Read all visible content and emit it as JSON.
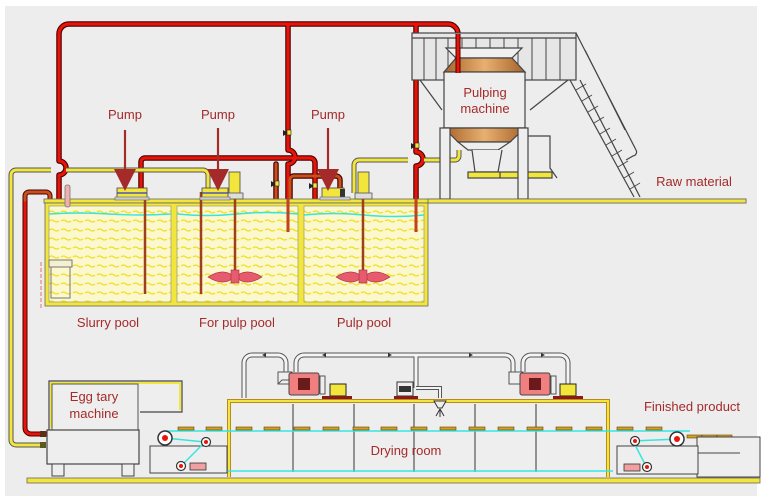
{
  "diagram": {
    "title": "Egg tray production line process flow",
    "labels": {
      "pump_1": "Pump",
      "pump_2": "Pump",
      "pump_3": "Pump",
      "pulping_machine_line1": "Pulping",
      "pulping_machine_line2": "machine",
      "raw_material": "Raw material",
      "slurry_pool": "Slurry pool",
      "for_pulp_pool": "For pulp pool",
      "pulp_pool": "Pulp pool",
      "egg_tray_machine_line1": "Egg tary",
      "egg_tray_machine_line2": "machine",
      "drying_room": "Drying room",
      "finished_product": "Finished product"
    },
    "colors": {
      "background": "#ededed",
      "water_pipe": "#e8140a",
      "pulp_pipe": "#f2e63c",
      "label_text": "#a52a2a",
      "water_surface": "#35e5e0",
      "pool_fill": "#fbf6c2",
      "agitator": "#e85a6e",
      "pulper_cone": "#c8874a",
      "conveyor_belt": "#3de6c8",
      "frame": "#555555"
    }
  }
}
